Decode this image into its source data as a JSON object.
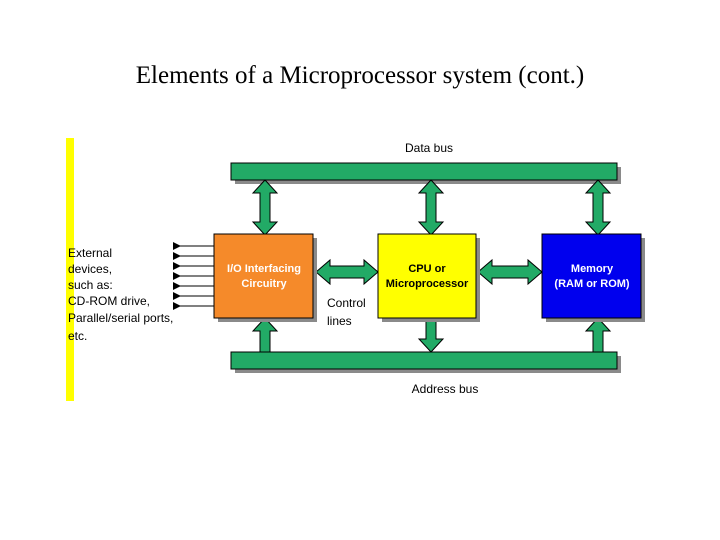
{
  "slide": {
    "title": "Elements of a Microprocessor system (cont.)"
  },
  "diagram": {
    "data_bus_label": "Data bus",
    "address_bus_label": "Address bus",
    "io_block": {
      "line1": "I/O Interfacing",
      "line2": "Circuitry"
    },
    "cpu_block": {
      "line1": "CPU or",
      "line2": "Microprocessor"
    },
    "memory_block": {
      "line1": "Memory",
      "line2": "(RAM or ROM)"
    },
    "control_lines": {
      "line1": "Control",
      "line2": "lines"
    },
    "external_devices": [
      "External",
      "devices,",
      "such as:",
      "CD-ROM drive,",
      "Parallel/serial ports,",
      "etc."
    ]
  },
  "colors": {
    "bus": "#22aa66",
    "io_block": "#f58a2a",
    "cpu_block": "#ffff00",
    "memory_block": "#0000ee",
    "accent_bar": "#ffff00",
    "shadow": "#8a8a8a"
  }
}
